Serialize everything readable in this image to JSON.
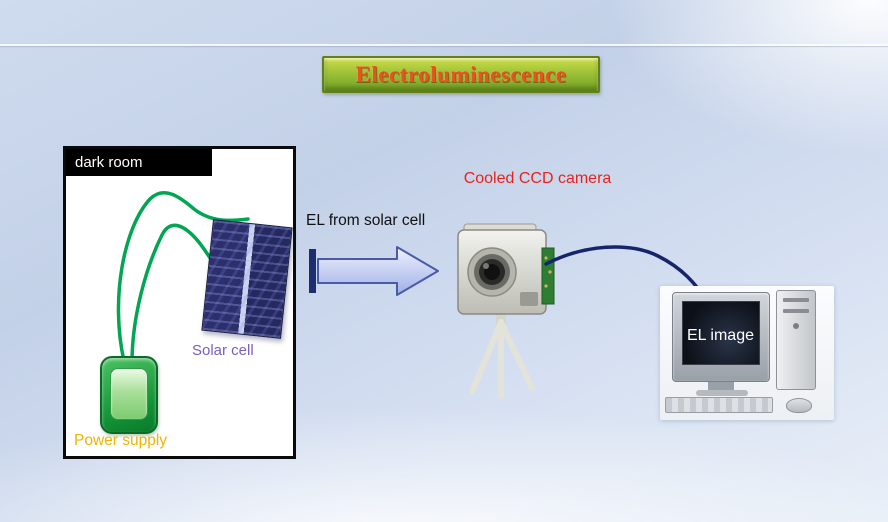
{
  "slide": {
    "title": "Electroluminescence"
  },
  "dark_room": {
    "label": "dark room",
    "solar_cell_label": "Solar cell",
    "power_supply_label": "Power supply"
  },
  "flow": {
    "el_arrow_label": "EL from solar cell",
    "ccd_camera_label": "Cooled CCD camera",
    "el_image_label": "EL image"
  },
  "colors": {
    "background_top": "#cfdbee",
    "background_bottom": "#e9eff8",
    "banner_green_top": "#cede49",
    "banner_green_bottom": "#73a126",
    "banner_border": "#637f15",
    "title_text": "#e8531f",
    "dark_room_border": "#0a0a0a",
    "wire_green": "#00a651",
    "solar_cell_blue": "#2c2f6b",
    "solar_label_purple": "#7a5fc0",
    "power_supply_green": "#129035",
    "power_label_yellow": "#f0b400",
    "arrow_fill_light": "#eef1fc",
    "arrow_fill_dark": "#9fb0e6",
    "arrow_border": "#4a5aa8",
    "arrow_tail_bar": "#1c2e6e",
    "ccd_label_red": "#e8231f",
    "cable_navy": "#15246b",
    "screen_text_white": "#ffffff"
  }
}
